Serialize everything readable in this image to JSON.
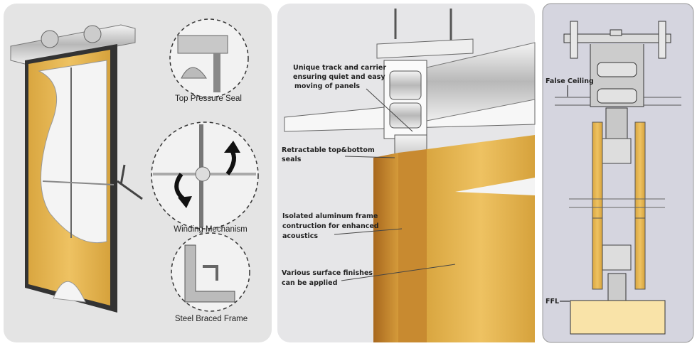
{
  "panel_left": {
    "captions": [
      "Top Pressure Seal",
      "Winding Mechanism",
      "Steel Braced  Frame"
    ]
  },
  "panel_middle": {
    "callouts": [
      [
        "Unique track and carrier",
        "ensuring quiet and easy",
        " moving of panels"
      ],
      [
        "Retractable top&bottom",
        " seals"
      ],
      [
        "Isolated aluminum frame",
        "contruction for enhanced",
        "acoustics"
      ],
      [
        "Various surface finishes",
        "can be applied"
      ]
    ]
  },
  "panel_right": {
    "false_ceiling": "False Ceiling",
    "ffl": "FFL"
  },
  "colors": {
    "wood": "#e2b44a",
    "wood_dark": "#b07a28",
    "panel_bg": "#e4e4e4",
    "section_bg": "#d5d5df",
    "floor": "#f9e3a8"
  }
}
